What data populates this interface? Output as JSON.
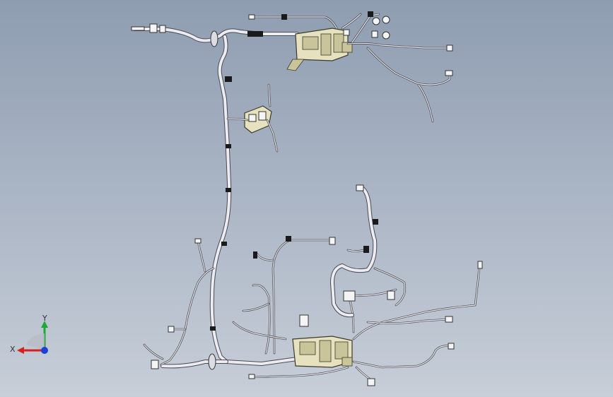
{
  "triad": {
    "x_label": "X",
    "y_label": "Y",
    "x_color": "#d81e1e",
    "y_color": "#1ea83a",
    "z_color": "#1e3ed8"
  },
  "colors": {
    "harness": "#e8e8ec",
    "harness_outline": "#4a4a55",
    "fuse_box": "#e6e2bf",
    "clip": "#1a1a1a"
  },
  "icons": [
    "harness-drawing",
    "fuse-box-icon",
    "connector-icon",
    "coordinate-triad-icon"
  ]
}
